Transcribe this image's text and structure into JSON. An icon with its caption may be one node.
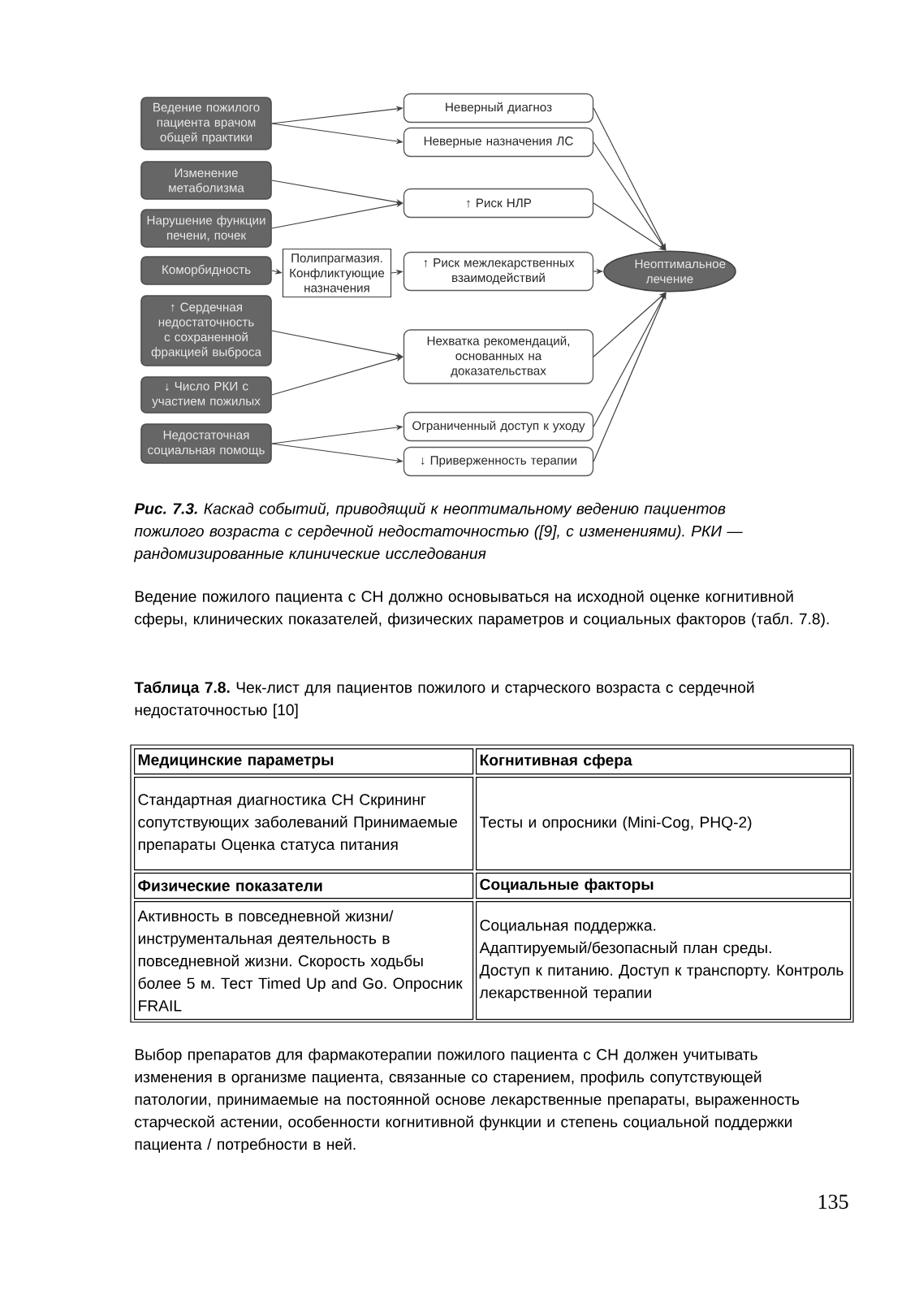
{
  "diagram": {
    "caption": "**Рис. 7.3.** Каскад событий, приводящий к неоптимальному ведению пациентов пожилого возраста с сердечной недостаточностью ([9], с изменениями). РКИ — рандомизированные клинические исследования",
    "nodes": [
      {
        "text": [
          "Ведение пожилого пациента врачом общей практики"
        ]
      },
      {
        "text": [
          "Изменение метаболизма"
        ]
      },
      {
        "text": [
          "Нарушение функции печени, почек"
        ]
      },
      {
        "text": [
          "Коморбидность"
        ]
      },
      {
        "text": [
          "↑ Сердечная недостаточность с сохраненной фракцией выброса"
        ]
      },
      {
        "text": [
          "↓ Число РКИ с участием пожилых"
        ]
      },
      {
        "text": [
          "Недостаточная социальная помощь"
        ]
      },
      {
        "text": [
          "Полипрагмазия. Конфликтующие назначения"
        ]
      },
      {
        "text": [
          "Неверный диагноз"
        ]
      },
      {
        "text": [
          "Неверные назначения ЛС"
        ]
      },
      {
        "text": [
          "↑ Риск НЛР"
        ]
      },
      {
        "text": [
          "↑ Риск межлекарственных взаимодействий"
        ]
      },
      {
        "text": [
          "Нехватка рекомендаций, основанных на доказательствах"
        ]
      },
      {
        "text": [
          "Ограниченный доступ к уходу"
        ]
      },
      {
        "text": [
          "↓ Приверженность терапии"
        ]
      },
      {
        "text": [
          "Неоптимальное лечение"
        ]
      }
    ],
    "edges": [
      {
        "from": 0,
        "to": 8,
        "arrow": "to"
      },
      {
        "from": 0,
        "to": 9,
        "arrow": "to"
      },
      {
        "from": 1,
        "to": 10,
        "arrow": "to"
      },
      {
        "from": 2,
        "to": 10,
        "arrow": "to"
      },
      {
        "from": 3,
        "to": 7,
        "arrow": "to"
      },
      {
        "from": 7,
        "to": 11,
        "arrow": "to"
      },
      {
        "from": 4,
        "to": 12,
        "arrow": "to"
      },
      {
        "from": 5,
        "to": 12,
        "arrow": "to"
      },
      {
        "from": 6,
        "to": 13,
        "arrow": "to"
      },
      {
        "from": 6,
        "to": 14,
        "arrow": "to"
      },
      {
        "from": 8,
        "to": 15,
        "arrow": "to"
      },
      {
        "from": 9,
        "to": 15,
        "arrow": "to"
      },
      {
        "from": 10,
        "to": 15,
        "arrow": "to"
      },
      {
        "from": 11,
        "to": 15,
        "arrow": "to"
      },
      {
        "from": 12,
        "to": 15,
        "arrow": "to"
      },
      {
        "from": 13,
        "to": 15,
        "arrow": "to"
      },
      {
        "from": 14,
        "to": 15,
        "arrow": "to"
      }
    ],
    "labels": [
      "Ведение пожилого пациента с СН должно основываться на исходной оценке когнитивной сферы, клинических показателей, физических параметров и социальных факторов (табл. 7.8).",
      "**Таблица 7.8.** Чек-лист для пациентов пожилого и старческого возраста с сердечной недостаточностью [10]",
      "Медицинские параметры",
      "Когнитивная сфера",
      "Стандартная диагностика СН Скрининг сопутствующих заболеваний Принимаемые препараты Оценка статуса питания",
      "Тесты и опросники (Mini-Cog, PHQ-2)",
      "Физические показатели",
      "Социальные факторы",
      "Активность в повседневной жизни/ инструментальная деятельность в повседневной жизни. Скорость ходьбы более 5 м. Тест Timed Up and Go. Опросник FRAIL",
      "Социальная поддержка. Адаптируемый/безопасный план среды. Доступ к питанию. Доступ к транспорту. Контроль лекарственной терапии",
      "Выбор препаратов для фармакотерапии пожилого пациента с СН должен учитывать изменения в организме пациента, связанные со старением, профиль сопутствующей патологии, принимаемые на постоянной основе лекарственные препараты, выраженность старческой астении, особенности когнитивной функции и степень социальной поддержки пациента / потребности в ней.",
      "135"
    ]
  }
}
